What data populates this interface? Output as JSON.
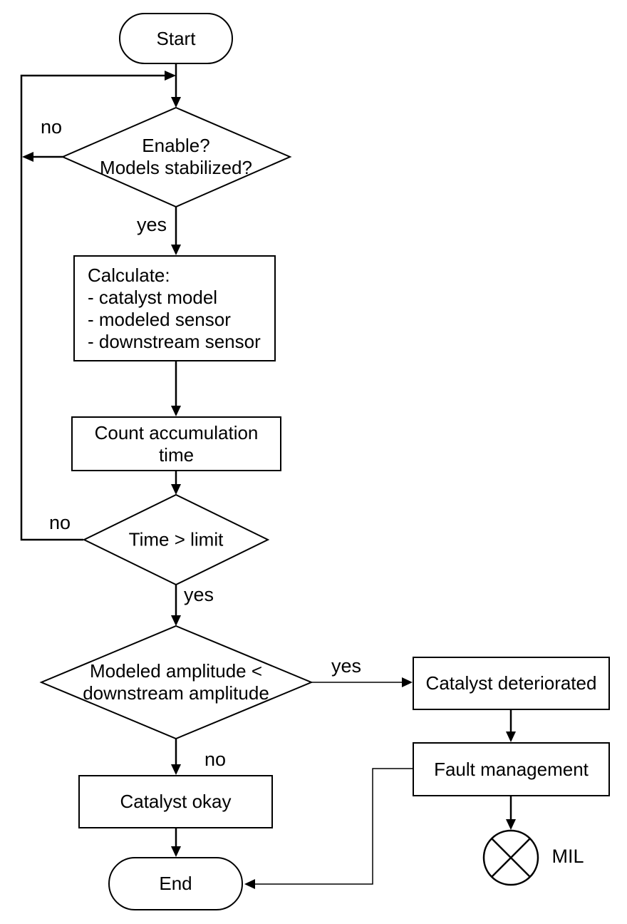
{
  "colors": {
    "stroke": "#000000",
    "background": "#ffffff"
  },
  "nodes": {
    "start": {
      "label": "Start"
    },
    "enable_decision": {
      "lines": [
        "Enable?",
        "Models stabilized?"
      ]
    },
    "calculate": {
      "lines": [
        "Calculate:",
        "- catalyst model",
        "- modeled sensor",
        "- downstream sensor"
      ]
    },
    "count_time": {
      "lines": [
        "Count accumulation",
        "time"
      ]
    },
    "time_decision": {
      "label": "Time > limit"
    },
    "amplitude_decision": {
      "lines": [
        "Modeled amplitude <",
        "downstream amplitude"
      ]
    },
    "catalyst_okay": {
      "label": "Catalyst okay"
    },
    "catalyst_deteriorated": {
      "label": "Catalyst deteriorated"
    },
    "fault_management": {
      "label": "Fault management"
    },
    "end": {
      "label": "End"
    },
    "mil_indicator": {
      "label": "MIL"
    }
  },
  "edge_labels": {
    "enable_no": "no",
    "enable_yes": "yes",
    "time_no": "no",
    "time_yes": "yes",
    "amplitude_yes": "yes",
    "amplitude_no": "no"
  }
}
